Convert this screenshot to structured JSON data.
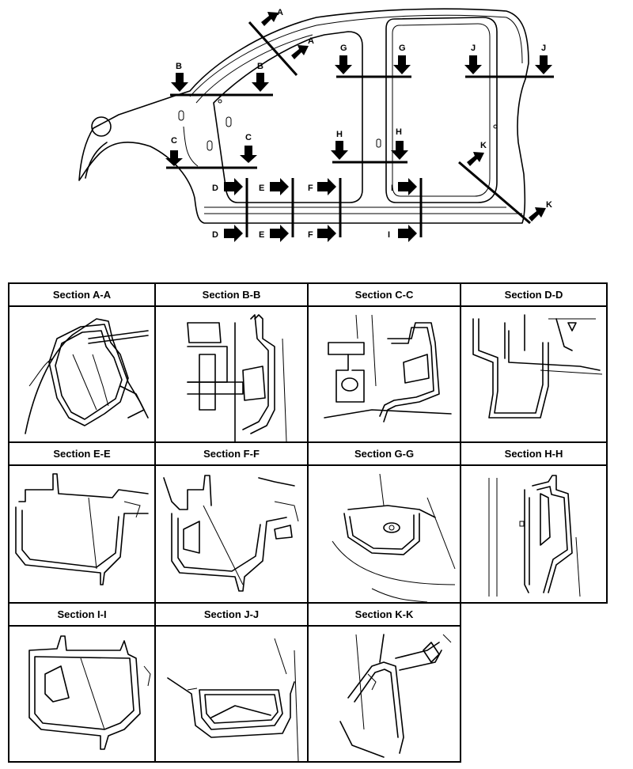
{
  "diagram": {
    "markers": [
      {
        "id": "A",
        "label": "A"
      },
      {
        "id": "A2",
        "label": "A"
      },
      {
        "id": "B",
        "label": "B"
      },
      {
        "id": "B2",
        "label": "B"
      },
      {
        "id": "C",
        "label": "C"
      },
      {
        "id": "C2",
        "label": "C"
      },
      {
        "id": "D",
        "label": "D"
      },
      {
        "id": "D2",
        "label": "D"
      },
      {
        "id": "E",
        "label": "E"
      },
      {
        "id": "E2",
        "label": "E"
      },
      {
        "id": "F",
        "label": "F"
      },
      {
        "id": "F2",
        "label": "F"
      },
      {
        "id": "G",
        "label": "G"
      },
      {
        "id": "G2",
        "label": "G"
      },
      {
        "id": "H",
        "label": "H"
      },
      {
        "id": "H2",
        "label": "H"
      },
      {
        "id": "I",
        "label": "I"
      },
      {
        "id": "I2",
        "label": "I"
      },
      {
        "id": "J",
        "label": "J"
      },
      {
        "id": "J2",
        "label": "J"
      },
      {
        "id": "K",
        "label": "K"
      },
      {
        "id": "K2",
        "label": "K"
      }
    ]
  },
  "sections": [
    {
      "title": "Section A-A"
    },
    {
      "title": "Section B-B"
    },
    {
      "title": "Section C-C"
    },
    {
      "title": "Section D-D"
    },
    {
      "title": "Section E-E"
    },
    {
      "title": "Section F-F"
    },
    {
      "title": "Section G-G"
    },
    {
      "title": "Section H-H"
    },
    {
      "title": "Section I-I"
    },
    {
      "title": "Section J-J"
    },
    {
      "title": "Section K-K"
    }
  ]
}
